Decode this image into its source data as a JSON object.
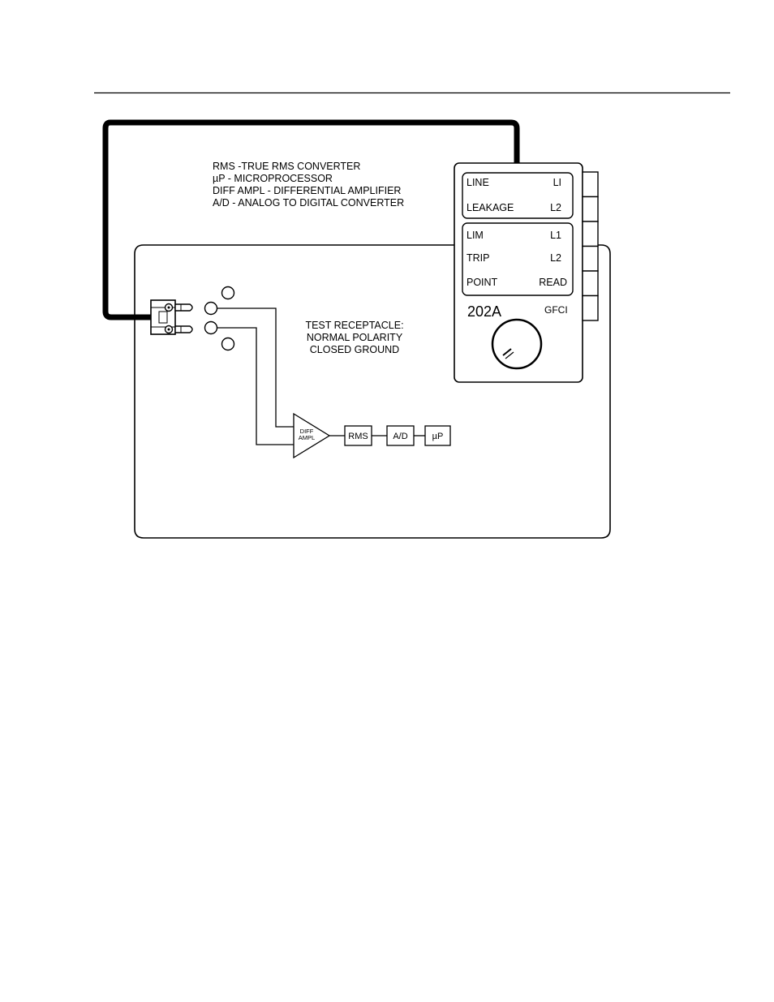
{
  "legend": {
    "line1": "RMS -TRUE RMS CONVERTER",
    "line2": "µP - MICROPROCESSOR",
    "line3": "DIFF AMPL - DIFFERENTIAL AMPLIFIER",
    "line4": "A/D - ANALOG TO DIGITAL CONVERTER"
  },
  "receptacle": {
    "line1": "TEST RECEPTACLE:",
    "line2": "NORMAL POLARITY",
    "line3": "CLOSED GROUND"
  },
  "signal_chain": {
    "diff_label_1": "DIFF",
    "diff_label_2": "AMPL",
    "rms": "RMS",
    "ad": "A/D",
    "up": "µP"
  },
  "tester": {
    "line_label": "LINE",
    "line_l1": "LI",
    "leakage_label": "LEAKAGE",
    "leakage_l2": "L2",
    "lim_label": "LIM",
    "lim_l1": "L1",
    "trip_label": "TRIP",
    "trip_l2": "L2",
    "point_label": "POINT",
    "read_label": "READ",
    "model": "202A",
    "gfci": "GFCI"
  }
}
